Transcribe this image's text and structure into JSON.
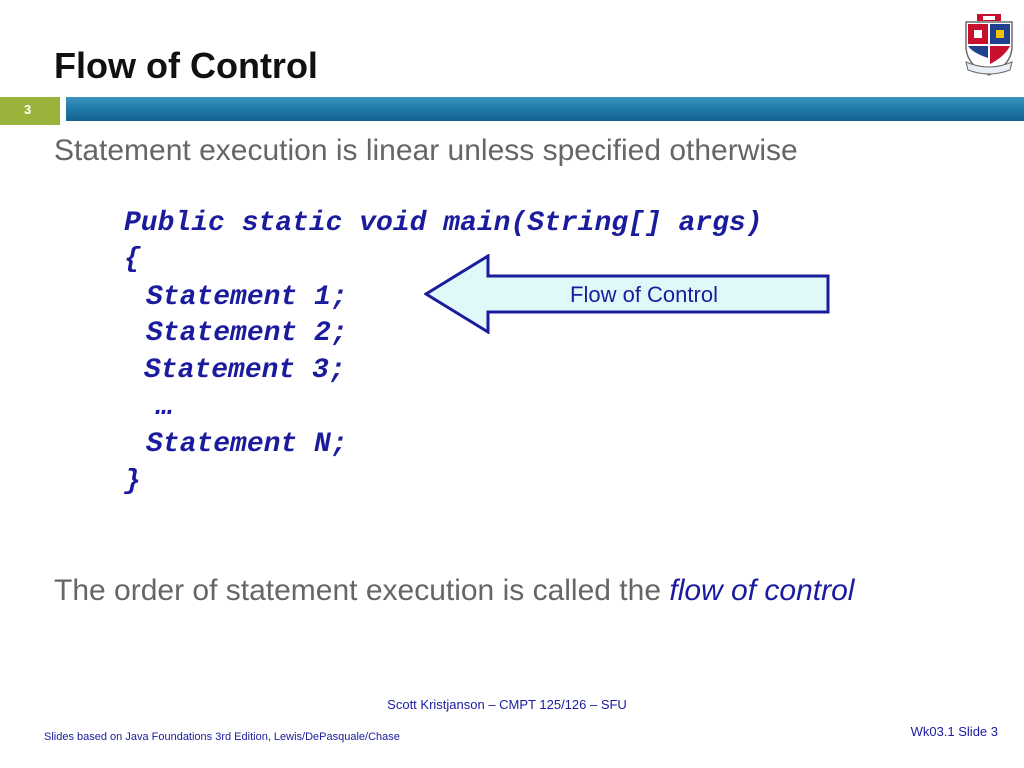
{
  "slide": {
    "title": "Flow of Control",
    "number": "3",
    "bullet1": "Statement execution is linear unless specified otherwise",
    "code": {
      "signature": "Public static void main(String[] args)",
      "open_brace": "{",
      "lines": [
        "Statement 1;",
        "Statement 2;",
        "Statement 3;",
        "…",
        "Statement N;"
      ],
      "close_brace": "}"
    },
    "arrow_label": "Flow of Control",
    "bullet2_prefix": "The order of statement execution is called the",
    "bullet2_emphasis": "flow of control",
    "footer": {
      "center": "Scott Kristjanson – CMPT 125/126 – SFU",
      "left": "Slides based on Java Foundations 3rd Edition, Lewis/DePasquale/Chase",
      "right": "Wk03.1 Slide 3"
    },
    "colors": {
      "accent_green": "#9ab33b",
      "bar_blue": "#1f77a8",
      "code_blue": "#1b1b9e",
      "arrow_fill": "#e0f9f8",
      "body_gray": "#666666"
    },
    "icons": [
      "university-crest-icon",
      "left-arrow-callout"
    ]
  }
}
